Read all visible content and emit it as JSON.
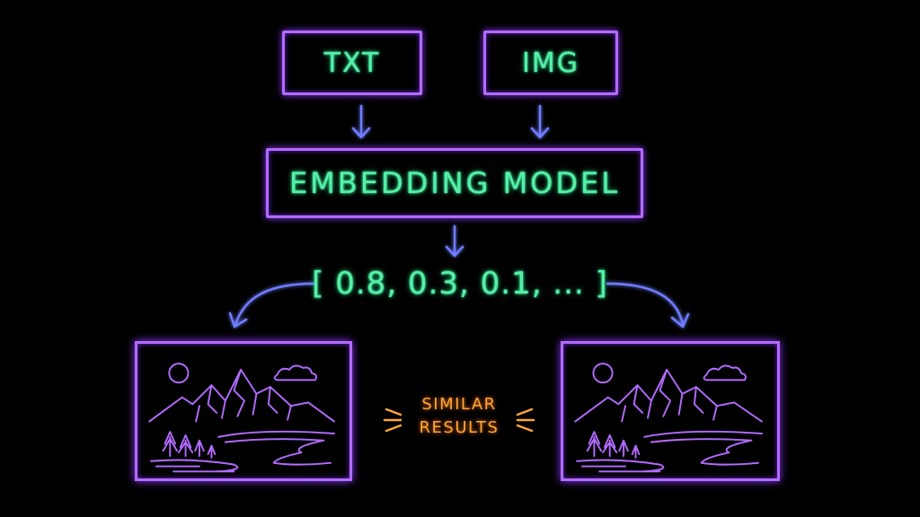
{
  "diagram": {
    "inputs": {
      "text_label": "TXT",
      "image_label": "IMG"
    },
    "model_label": "EMBEDDING MODEL",
    "vector_label": "[ 0.8, 0.3, 0.1, ... ]",
    "similar_label_line1": "SIMILAR",
    "similar_label_line2": "RESULTS",
    "colors": {
      "box_stroke": "#b36bff",
      "text_green": "#55f0a8",
      "arrow_blue": "#6f7dff",
      "accent_orange": "#ffa53a"
    },
    "icons": [
      "mountain-landscape-icon",
      "mountain-landscape-icon"
    ]
  }
}
